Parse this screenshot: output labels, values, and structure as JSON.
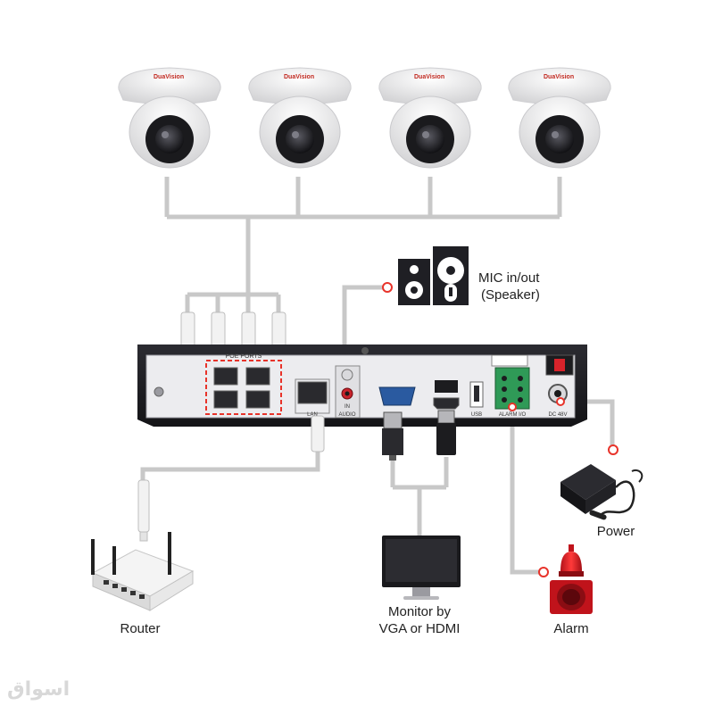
{
  "cameras": [
    {
      "brand": "DuaVision"
    },
    {
      "brand": "DuaVision"
    },
    {
      "brand": "DuaVision"
    },
    {
      "brand": "DuaVision"
    }
  ],
  "nvr": {
    "poe_label": "POE PORTS",
    "lan_label": "LAN",
    "audio_in_label": "IN",
    "audio_label": "AUDIO",
    "usb_label": "USB",
    "alarm_label": "ALARM I/O",
    "dc_label": "DC 48V"
  },
  "labels": {
    "mic_line1": "MIC in/out",
    "mic_line2": "(Speaker)",
    "power": "Power",
    "router": "Router",
    "monitor_line1": "Monitor by",
    "monitor_line2": "VGA or HDMI",
    "alarm": "Alarm"
  },
  "watermark": "اسواق",
  "colors": {
    "cable": "#c8c8c8",
    "accent": "#e8332a",
    "device_dark": "#1f1f24",
    "panel": "#e9e9eb"
  },
  "icons": [
    "dome-camera-icon",
    "speaker-icon",
    "microphone-icon",
    "router-icon",
    "monitor-icon",
    "power-adapter-icon",
    "alarm-siren-icon"
  ]
}
